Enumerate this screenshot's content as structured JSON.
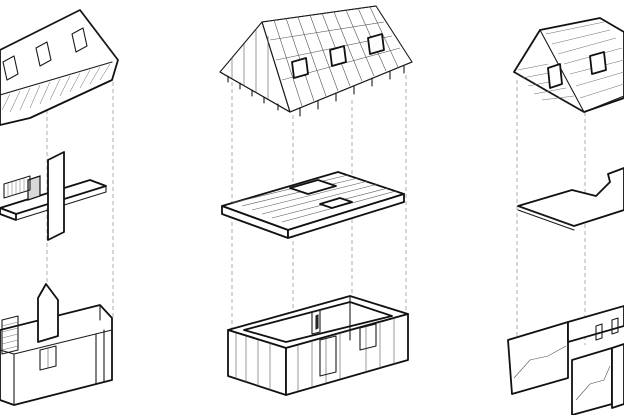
{
  "diagram": {
    "kind": "exploded-axonometric",
    "columns": [
      {
        "id": "left",
        "layers": [
          "roof-with-dormer-windows",
          "first-floor-plate-with-wall",
          "ground-floor-walls-with-stair"
        ]
      },
      {
        "id": "middle",
        "layers": [
          "timber-roof-frame",
          "floor-joist-deck",
          "wall-frame"
        ]
      },
      {
        "id": "right",
        "layers": [
          "clad-roof-with-windows",
          "floor-outline-plate",
          "section-wall-panels"
        ]
      }
    ],
    "colors": {
      "line": "#1b1b1b",
      "guide": "#9a9a9a",
      "background": "#ffffff"
    }
  }
}
